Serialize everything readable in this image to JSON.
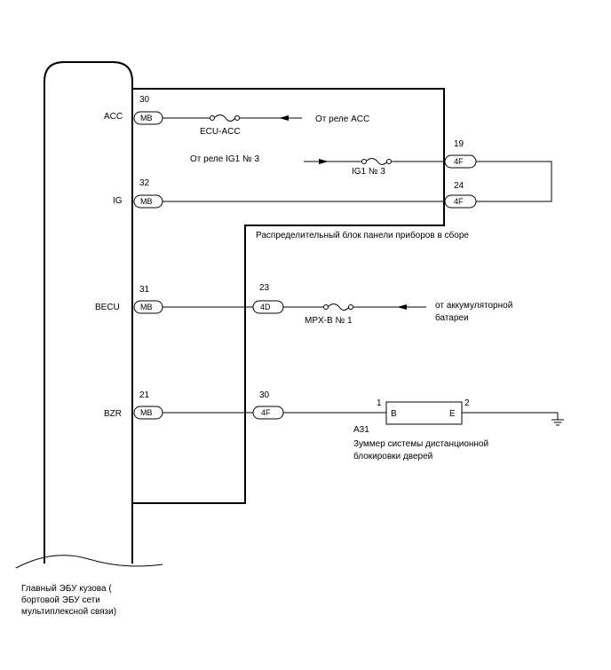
{
  "labels": {
    "acc_pin": "ACC",
    "ig_pin": "IG",
    "becu_pin": "BECU",
    "bzr_pin": "BZR",
    "from_relay_acc": "От реле ACC",
    "from_relay_ig1": "От реле IG1 № 3",
    "from_battery_line1": "от аккумуляторной",
    "from_battery_line2": "батареи",
    "junction_block": "Распределительный блок панели приборов в сборе",
    "buzzer_id": "A31",
    "buzzer_name_line1": "Зуммер системы дистанционной",
    "buzzer_name_line2": "блокировки дверей",
    "ecu_line1": "Главный ЭБУ кузова (",
    "ecu_line2": "бортовой ЭБУ сети",
    "ecu_line3": "мультиплексной связи)"
  },
  "connectors": {
    "acc": {
      "pin": "30",
      "code": "MB"
    },
    "ig": {
      "pin": "32",
      "code": "MB"
    },
    "becu": {
      "pin": "31",
      "code": "MB"
    },
    "bzr": {
      "pin": "21",
      "code": "MB"
    },
    "ig1_in": {
      "pin": "19",
      "code": "4F"
    },
    "ig1_out": {
      "pin": "24",
      "code": "4F"
    },
    "mpx": {
      "pin": "23",
      "code": "4D"
    },
    "bzr_out": {
      "pin": "30",
      "code": "4F"
    }
  },
  "fuses": {
    "ecu_acc": "ECU-ACC",
    "ig1_no3": "IG1 № 3",
    "mpx_b_no1": "MPX-B № 1"
  },
  "buzzer": {
    "pin_b_num": "1",
    "pin_b": "B",
    "pin_e_num": "2",
    "pin_e": "E"
  }
}
